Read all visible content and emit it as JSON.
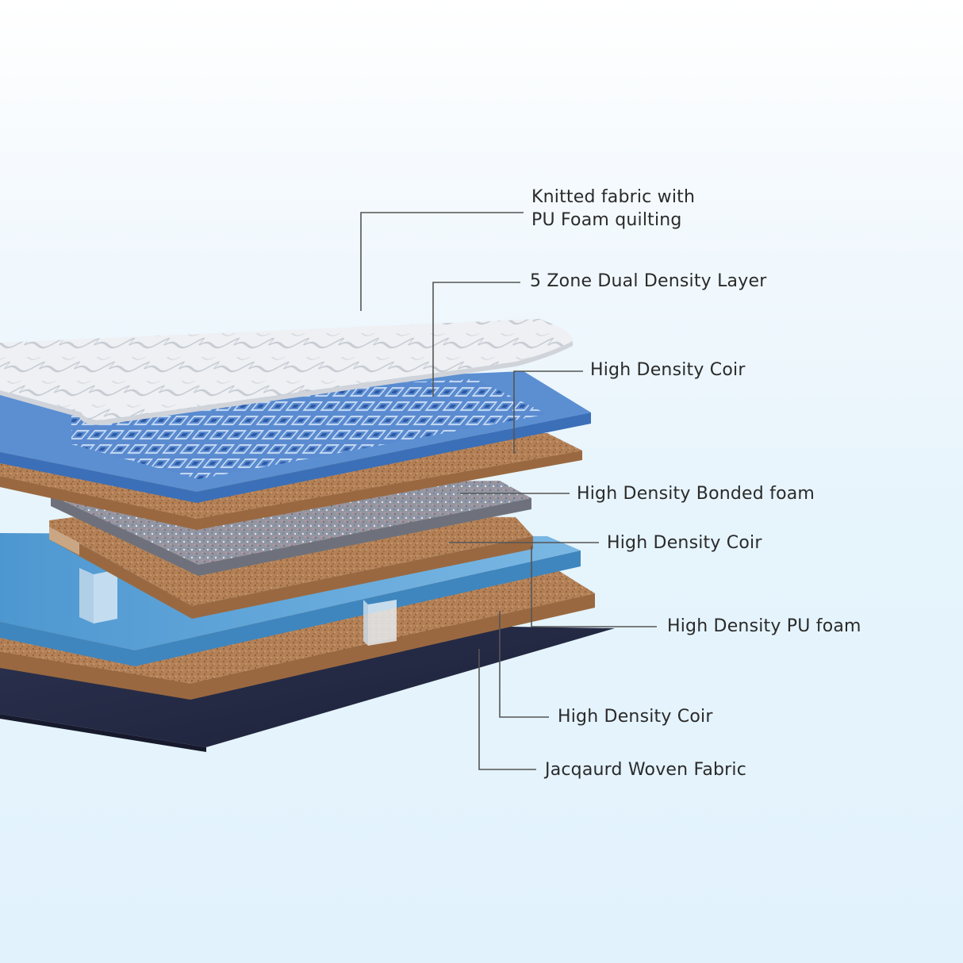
{
  "colors": {
    "background_top": "#ffffff",
    "background_bottom": "#e2f2fc",
    "leader_line": "#555555",
    "label_text": "#2a2a2a",
    "quilt": "#eceef1",
    "zone_blue": "#4f7fc0",
    "coir": "#b07d52",
    "bonded_foam": "#8c8f98",
    "pu_foam": "#5ea6d8",
    "woven": "#242a44"
  },
  "layers": [
    {
      "name": "knitted-fabric",
      "label_lines": [
        "Knitted fabric with",
        "PU Foam quilting"
      ]
    },
    {
      "name": "zone-dual-density",
      "label_lines": [
        "5 Zone Dual Density Layer"
      ]
    },
    {
      "name": "coir-1",
      "label_lines": [
        "High Density Coir"
      ]
    },
    {
      "name": "bonded-foam",
      "label_lines": [
        "High Density Bonded foam"
      ]
    },
    {
      "name": "coir-2",
      "label_lines": [
        "High Density Coir"
      ]
    },
    {
      "name": "pu-foam",
      "label_lines": [
        "High Density PU foam"
      ]
    },
    {
      "name": "coir-3",
      "label_lines": [
        "High Density Coir"
      ]
    },
    {
      "name": "jacquard-woven",
      "label_lines": [
        "Jacqaurd Woven Fabric"
      ]
    }
  ]
}
